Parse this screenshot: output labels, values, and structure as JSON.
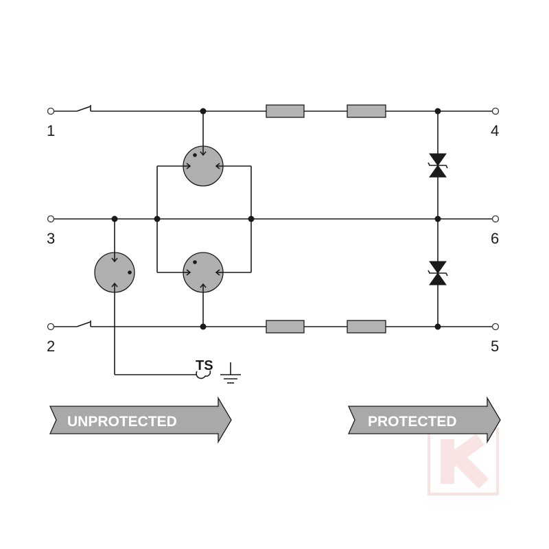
{
  "terminals": {
    "t1": "1",
    "t2": "2",
    "t3": "3",
    "t4": "4",
    "t5": "5",
    "t6": "6"
  },
  "ground_label": "TS",
  "arrows": {
    "unprotected": "UNPROTECTED",
    "protected": "PROTECTED"
  },
  "colors": {
    "line": "#1a1a1a",
    "component_fill": "#b0b0b0",
    "arrow_fill": "#a9a9a9",
    "arrow_text": "#ffffff",
    "watermark": "#f2d0cc"
  }
}
